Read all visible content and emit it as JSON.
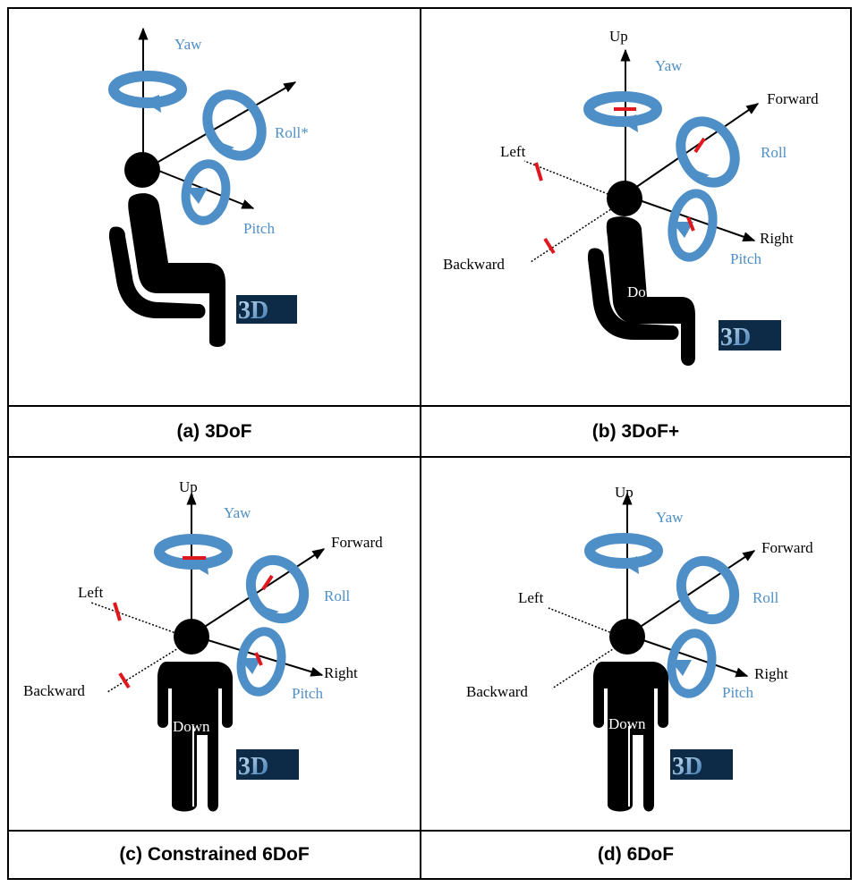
{
  "colors": {
    "rotation": "#4f8fc7",
    "rotation_dark": "#2f6fa9",
    "marker": "#e0181e",
    "figure": "#000000",
    "grid": "#000000"
  },
  "panels": [
    {
      "caption": "(a) 3DoF",
      "labels": {
        "yaw": "Yaw",
        "roll": "Roll*",
        "pitch": "Pitch"
      },
      "logo": "3D"
    },
    {
      "caption": "(b) 3DoF+",
      "labels": {
        "up": "Up",
        "yaw": "Yaw",
        "forward": "Forward",
        "roll": "Roll",
        "left": "Left",
        "backward": "Backward",
        "right": "Right",
        "pitch": "Pitch",
        "down": "Down"
      },
      "logo": "3D"
    },
    {
      "caption": "(c) Constrained 6DoF",
      "labels": {
        "up": "Up",
        "yaw": "Yaw",
        "forward": "Forward",
        "roll": "Roll",
        "left": "Left",
        "backward": "Backward",
        "right": "Right",
        "pitch": "Pitch",
        "down": "Down"
      },
      "logo": "3D"
    },
    {
      "caption": "(d) 6DoF",
      "labels": {
        "up": "Up",
        "yaw": "Yaw",
        "forward": "Forward",
        "roll": "Roll",
        "left": "Left",
        "backward": "Backward",
        "right": "Right",
        "pitch": "Pitch",
        "down": "Down"
      },
      "logo": "3D"
    }
  ]
}
